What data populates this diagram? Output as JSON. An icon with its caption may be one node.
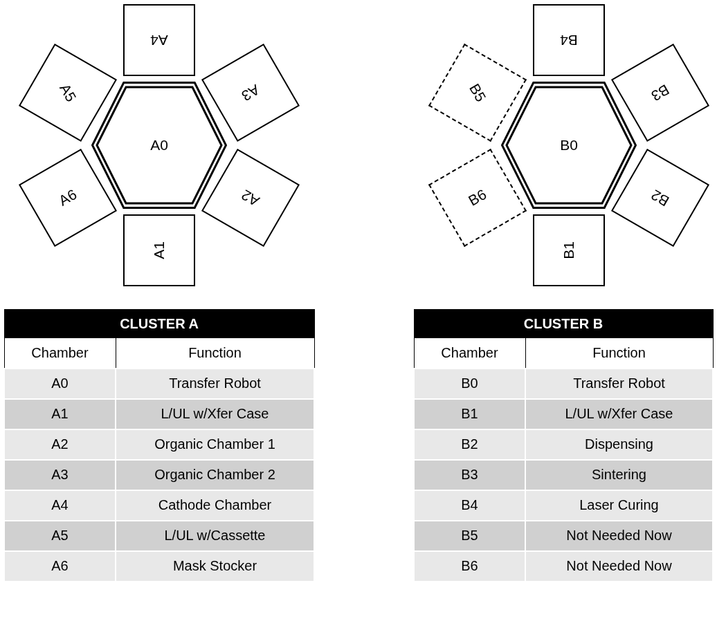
{
  "diagram": {
    "nodes": [
      {
        "text": [
          "A0"
        ]
      },
      {
        "text": [
          "A1"
        ]
      },
      {
        "text": [
          "A2"
        ]
      },
      {
        "text": [
          "A3"
        ]
      },
      {
        "text": [
          "A4"
        ]
      },
      {
        "text": [
          "A5"
        ]
      },
      {
        "text": [
          "A6"
        ]
      },
      {
        "text": [
          "B0"
        ]
      },
      {
        "text": [
          "B1"
        ]
      },
      {
        "text": [
          "B2"
        ]
      },
      {
        "text": [
          "B3"
        ]
      },
      {
        "text": [
          "B4"
        ]
      },
      {
        "text": [
          "B5"
        ]
      },
      {
        "text": [
          "B6"
        ]
      }
    ],
    "edges": [],
    "labels": [
      "CLUSTER A",
      "Chamber",
      "Function",
      "A0",
      "Transfer Robot",
      "A1",
      "L/UL w/Xfer Case",
      "A2",
      "Organic Chamber 1",
      "A3",
      "Organic Chamber 2",
      "A4",
      "Cathode Chamber",
      "A5",
      "L/UL w/Cassette",
      "A6",
      "Mask Stocker",
      "CLUSTER B",
      "Chamber",
      "Function",
      "B0",
      "Transfer Robot",
      "B1",
      "L/UL w/Xfer Case",
      "B2",
      "Dispensing",
      "B3",
      "Sintering",
      "B4",
      "Laser Curing",
      "B5",
      "Not Needed Now",
      "B6",
      "Not Needed Now"
    ]
  }
}
